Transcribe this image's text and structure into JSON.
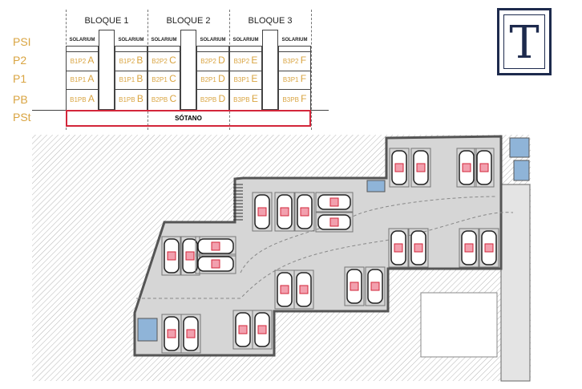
{
  "levels": [
    "PSI",
    "P2",
    "P1",
    "PB",
    "PSt"
  ],
  "blocks": [
    "BLOQUE 1",
    "BLOQUE 2",
    "BLOQUE 3"
  ],
  "solarium_label": "SOLARIUM",
  "units": {
    "P2": [
      [
        "B1P2",
        "A"
      ],
      [
        "B1P2",
        "B"
      ],
      [
        "B2P2",
        "C"
      ],
      [
        "B2P2",
        "D"
      ],
      [
        "B3P2",
        "E"
      ],
      [
        "B3P2",
        "F"
      ]
    ],
    "P1": [
      [
        "B1P1",
        "A"
      ],
      [
        "B1P1",
        "B"
      ],
      [
        "B2P1",
        "C"
      ],
      [
        "B2P1",
        "D"
      ],
      [
        "B3P1",
        "E"
      ],
      [
        "B3P1",
        "F"
      ]
    ],
    "PB": [
      [
        "B1PB",
        "A"
      ],
      [
        "B1PB",
        "B"
      ],
      [
        "B2PB",
        "C"
      ],
      [
        "B2PB",
        "D"
      ],
      [
        "B3PB",
        "E"
      ],
      [
        "B3PB",
        "F"
      ]
    ]
  },
  "basement_label": "SÓTANO",
  "logo": {
    "letter": "T",
    "color": "#1d2a4d"
  },
  "colors": {
    "accent": "#d9a441",
    "basement_border": "#d3263a",
    "floor": "#d6d6d6",
    "room": "#8fb4d8"
  }
}
